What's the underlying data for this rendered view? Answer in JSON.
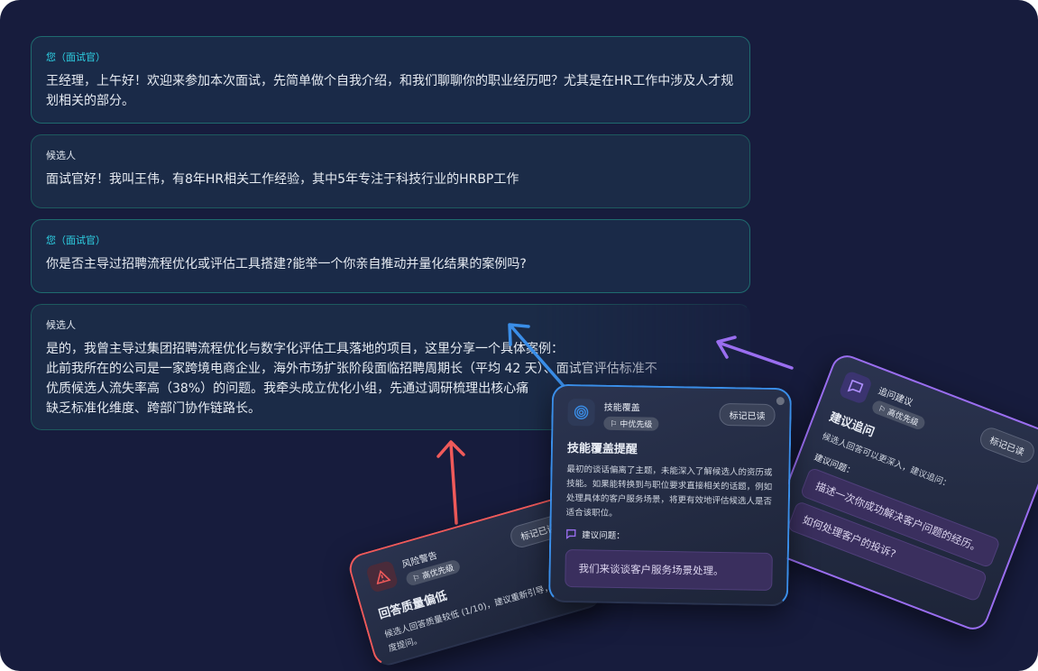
{
  "messages": [
    {
      "role": "您（面试官）",
      "text": "王经理，上午好！欢迎来参加本次面试，先简单做个自我介绍，和我们聊聊你的职业经历吧？尤其是在HR工作中涉及人才规划相关的部分。"
    },
    {
      "role": "候选人",
      "text": "面试官好！我叫王伟，有8年HR相关工作经验，其中5年专注于科技行业的HRBP工作"
    },
    {
      "role": "您（面试官）",
      "text": "你是否主导过招聘流程优化或评估工具搭建?能举一个你亲自推动并量化结果的案例吗?"
    },
    {
      "role": "候选人",
      "lines": [
        "是的，我曾主导过集团招聘流程优化与数字化评估工具落地的项目，这里分享一个具体案例：",
        "此前我所在的公司是一家跨境电商企业，海外市场扩张阶段面临招聘周期长（平均 42 天）、面试官评估标准不",
        "优质候选人流失率高（38%）的问题。我牵头成立优化小组，先通过调研梳理出核心痛",
        "缺乏标准化维度、跨部门协作链路长。"
      ]
    }
  ],
  "cards": {
    "risk": {
      "type": "风险警告",
      "priority": "高优先级",
      "mark": "标记已读",
      "title": "回答质量偏低",
      "body": "候选人回答质量较低 (1/10)，建议重新引导，换个角度提问。",
      "color": "#f05a5a"
    },
    "skill": {
      "type": "技能覆盖",
      "priority": "中优先级",
      "mark": "标记已读",
      "title": "技能覆盖提醒",
      "body": "最初的谈话偏离了主题，未能深入了解候选人的资历或技能。如果能转换到与职位要求直接相关的话题，例如处理具体的客户服务场景，将更有效地评估候选人是否适合该职位。",
      "suggest_label": "建议问题：",
      "question": "我们来谈谈客户服务场景处理。",
      "color": "#3a8ee8"
    },
    "followup": {
      "type": "追问建议",
      "priority": "高优先级",
      "mark": "标记已读",
      "title": "建议追问",
      "body": "候选人回答可以更深入，建议追问：",
      "suggest_label": "建议问题：",
      "questions": [
        "描述一次你成功解决客户问题的经历。",
        "如何处理客户的投诉?"
      ],
      "color": "#9a6ef0"
    }
  }
}
